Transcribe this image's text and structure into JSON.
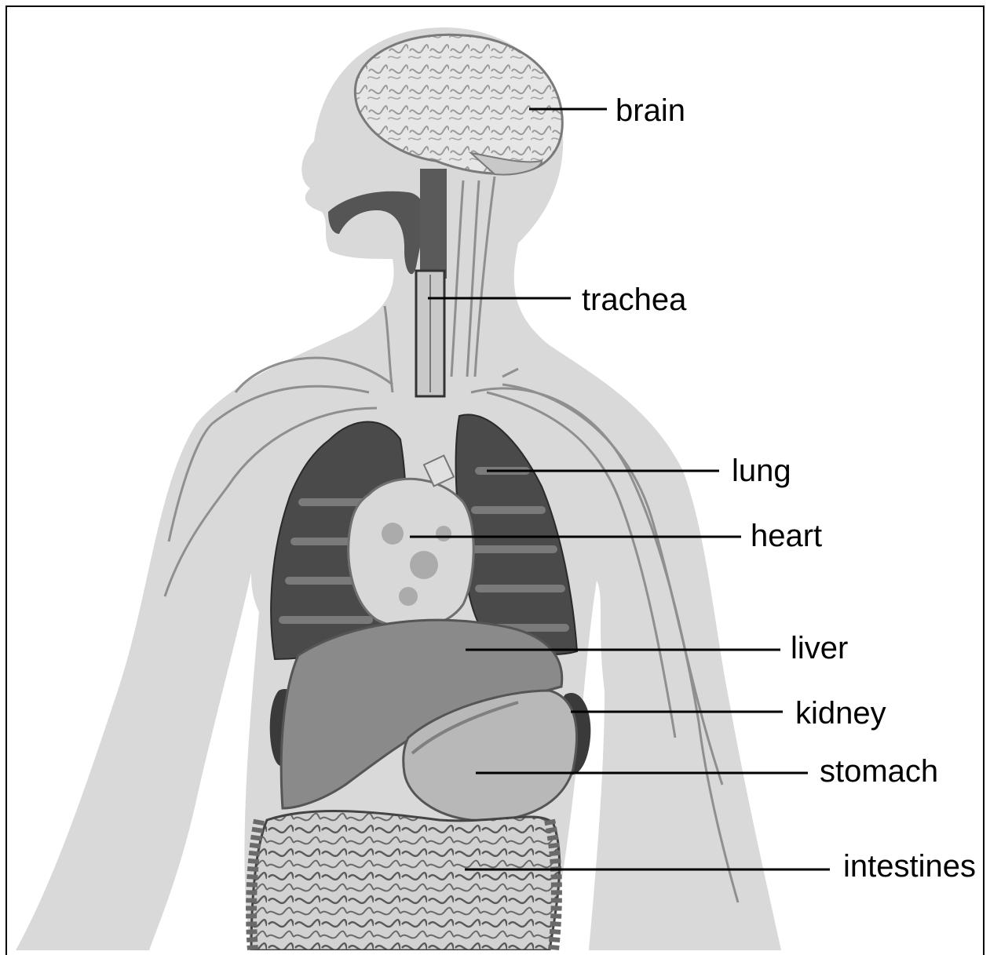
{
  "figure": {
    "colors": {
      "body_silhouette": "#d9d9d9",
      "lung": "#4a4a4a",
      "lung_light": "#7a7a7a",
      "heart": "#cfcfcf",
      "liver": "#8a8a8a",
      "kidney": "#3a3a3a",
      "stomach": "#b5b5b5",
      "intestines": "#c4c4c4",
      "trachea": "#555555",
      "leader_line": "#000000"
    }
  },
  "labels": {
    "brain": "brain",
    "trachea": "trachea",
    "lung": "lung",
    "heart": "heart",
    "liver": "liver",
    "kidney": "kidney",
    "stomach": "stomach",
    "intestines": "intestines"
  }
}
